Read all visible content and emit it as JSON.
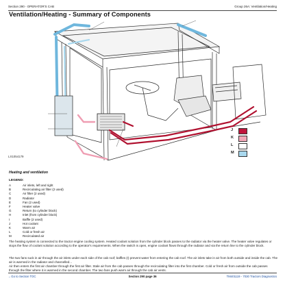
{
  "header": {
    "left": "Section 290 - OPERATOR'S CAB",
    "right": "Group 26A: Ventilation/Heating"
  },
  "title": "Ventilation/Heating - Summary of Components",
  "figure": {
    "id": "LX1054179",
    "color_key": [
      {
        "letter": "J",
        "color": "#c0143c"
      },
      {
        "letter": "K",
        "color": "#f2a8b8"
      },
      {
        "letter": "L",
        "color": "#ffffff"
      },
      {
        "letter": "M",
        "color": "#a9d8ee"
      }
    ]
  },
  "section_heading": "Heating and ventilation",
  "legend_heading": "LEGEND:",
  "legend": [
    {
      "key": "A",
      "text": "Air inlets, left and right"
    },
    {
      "key": "B",
      "text": "Recirculating air filter (2 used)"
    },
    {
      "key": "C",
      "text": "Air filter (2 used)"
    },
    {
      "key": "D",
      "text": "Radiator"
    },
    {
      "key": "E",
      "text": "Fan (2 used)"
    },
    {
      "key": "F",
      "text": "Heater valve"
    },
    {
      "key": "G",
      "text": "Return (to cylinder block)"
    },
    {
      "key": "H",
      "text": "Inlet (from cylinder block)"
    },
    {
      "key": "I",
      "text": "Baffle (2 used)"
    },
    {
      "key": "J",
      "text": "Hot coolant"
    },
    {
      "key": "K",
      "text": "Warm air"
    },
    {
      "key": "L",
      "text": "Cold or fresh air"
    },
    {
      "key": "M",
      "text": "Recirculated air"
    }
  ],
  "paragraphs": [
    "The heating system is connected to the tractor engine cooling system. Heated coolant solution from the cylinder block passes to the radiator via the heater valve. The heater valve regulates or stops the flow of coolant solution according to the operator's requirements. When the switch is open, engine coolant flows through the radiator and via the return line to the cylinder block.",
    "The two fans suck in air through the air inlets under each side of the cab roof; baffles (I) prevent water from entering the cab roof. The air inlets take in air from both outside and inside the cab. The air is warmed in the radiator and channelled...",
    "Air then enters the first air chamber through the first air filter. Stale air from the cab passes through the recirculating filter into the first chamber. Cold or fresh air from outside the cab passes through the filter where it is warmed in the second chamber. The two fans push warm air through the cab air vents."
  ],
  "footer": {
    "left": "←Go to Section TOC",
    "center": "Section 290 page 36",
    "right": "TM401119 - 7030 Tractors Diagnostics"
  }
}
